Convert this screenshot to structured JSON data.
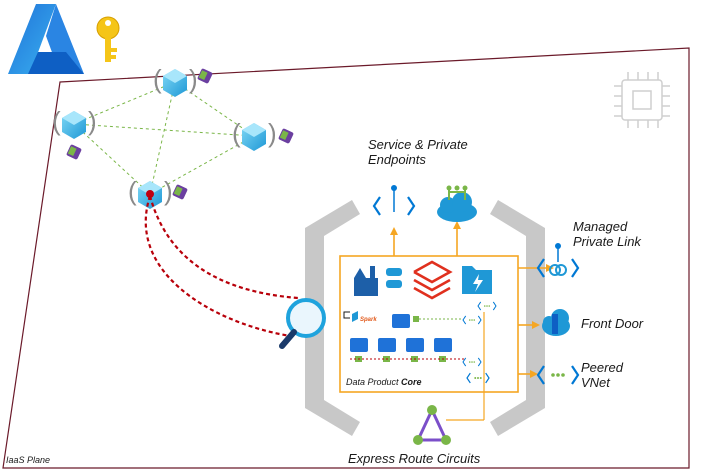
{
  "labels": {
    "service_endpoints_line1": "Service & Private",
    "service_endpoints_line2": "Endpoints",
    "managed_line1": "Managed",
    "managed_line2": "Private Link",
    "front_door": "Front Door",
    "peered_line1": "Peered",
    "peered_line2": "VNet",
    "express_route": "Express Route Circuits",
    "iaas_plane": "IaaS Plane",
    "data_product": "Data Product ",
    "core": "Core",
    "spark": "Spark"
  },
  "icons": [
    "azure-logo-icon",
    "key-icon",
    "chip-icon",
    "vnet-node-icon",
    "magnifier-icon",
    "private-endpoint-icon",
    "cloud-endpoint-icon",
    "private-link-icon",
    "front-door-icon",
    "peered-vnet-icon",
    "express-route-icon",
    "data-factory-icon",
    "databricks-icon",
    "function-folder-icon",
    "event-hub-icon"
  ],
  "colors": {
    "accent_blue": "#0078d4",
    "connector_orange": "#f5a623",
    "dashed_red": "#b8000a",
    "mesh_green": "#7ab648",
    "bracket_grey": "#c8c8c8",
    "route_purple": "#7b4fc9"
  }
}
